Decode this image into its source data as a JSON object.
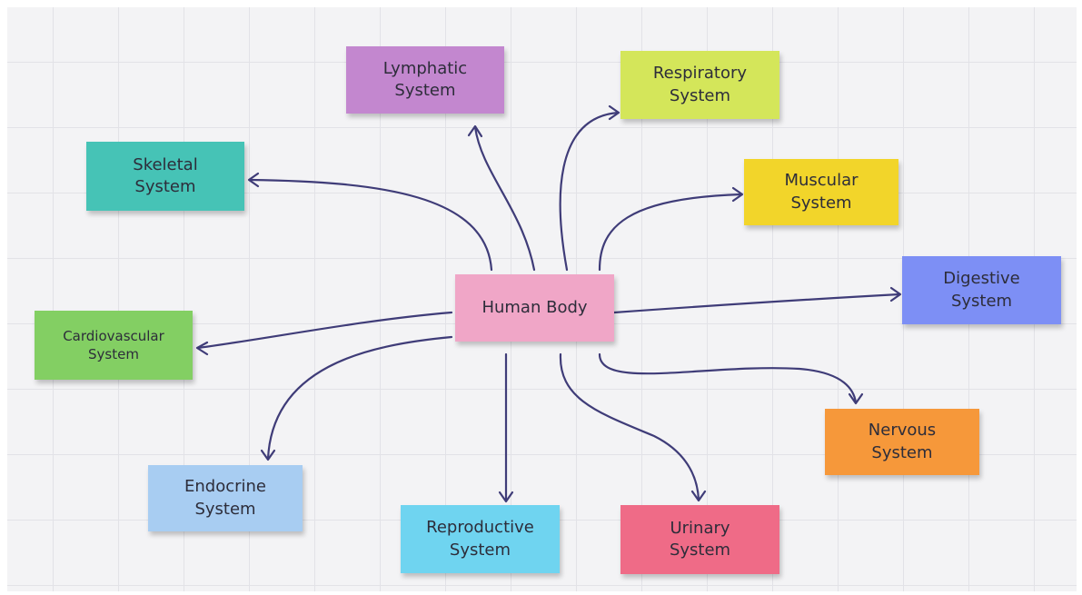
{
  "diagram": {
    "center": {
      "id": "human-body",
      "label": "Human Body",
      "color": "#f0a6c7"
    },
    "systems": [
      {
        "id": "lymphatic",
        "label": "Lymphatic\nSystem",
        "color": "#c387cf"
      },
      {
        "id": "respiratory",
        "label": "Respiratory\nSystem",
        "color": "#d4e65a"
      },
      {
        "id": "skeletal",
        "label": "Skeletal\nSystem",
        "color": "#46c3b6"
      },
      {
        "id": "muscular",
        "label": "Muscular\nSystem",
        "color": "#f2d52a"
      },
      {
        "id": "digestive",
        "label": "Digestive\nSystem",
        "color": "#7d8ff5"
      },
      {
        "id": "cardiovascular",
        "label": "Cardiovascular\nSystem",
        "color": "#83cf63"
      },
      {
        "id": "nervous",
        "label": "Nervous\nSystem",
        "color": "#f6983a"
      },
      {
        "id": "endocrine",
        "label": "Endocrine\nSystem",
        "color": "#a8cdf2"
      },
      {
        "id": "reproductive",
        "label": "Reproductive\nSystem",
        "color": "#6fd4f0"
      },
      {
        "id": "urinary",
        "label": "Urinary\nSystem",
        "color": "#ef6b87"
      }
    ],
    "edges": [
      {
        "from": "human-body",
        "to": "lymphatic"
      },
      {
        "from": "human-body",
        "to": "respiratory"
      },
      {
        "from": "human-body",
        "to": "skeletal"
      },
      {
        "from": "human-body",
        "to": "muscular"
      },
      {
        "from": "human-body",
        "to": "digestive"
      },
      {
        "from": "human-body",
        "to": "cardiovascular"
      },
      {
        "from": "human-body",
        "to": "nervous"
      },
      {
        "from": "human-body",
        "to": "endocrine"
      },
      {
        "from": "human-body",
        "to": "reproductive"
      },
      {
        "from": "human-body",
        "to": "urinary"
      }
    ],
    "edge_color": "#3f3c78",
    "board_color": "#f3f3f5"
  }
}
